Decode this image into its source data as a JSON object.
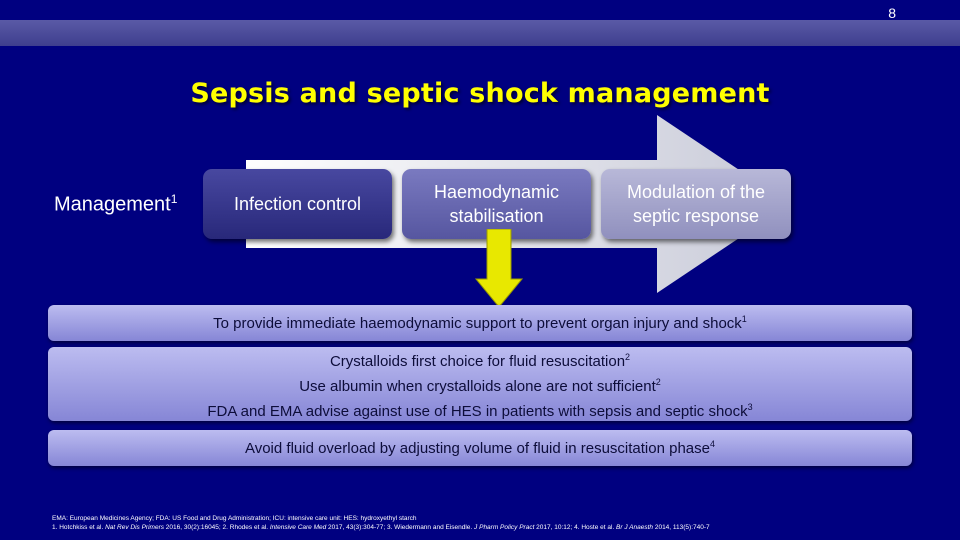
{
  "slide": {
    "page_number": "8",
    "title": "Sepsis and septic shock management"
  },
  "management": {
    "label": "Management",
    "label_sup": "1",
    "steps": [
      {
        "label": "Infection control"
      },
      {
        "label": "Haemodynamic\nstabilisation"
      },
      {
        "label": "Modulation of the\nseptic response"
      }
    ]
  },
  "boxes": {
    "goal": {
      "text": "To provide immediate haemodynamic support to prevent organ injury and shock",
      "sup": "1"
    },
    "points": [
      {
        "text": "Crystalloids first choice for fluid resuscitation",
        "sup": "2"
      },
      {
        "text": "Use albumin when crystalloids alone are not sufficient",
        "sup": "2"
      },
      {
        "text": "FDA and EMA advise against use of HES in patients with sepsis and septic shock",
        "sup": "3"
      }
    ],
    "overload": {
      "text": "Avoid fluid overload by adjusting volume of fluid in resuscitation phase",
      "sup": "4"
    }
  },
  "footnotes": {
    "abbreviations": "EMA: European Medicines Agency; FDA: US Food and Drug Administration; ICU: intensive care unit: HES: hydroxyethyl starch",
    "ref1_author": "1. Hotchkiss et al. ",
    "ref1_journal": "Nat Rev Dis Primers",
    "ref1_detail": " 2016, 30(2):16045; 2. Rhodes et al. ",
    "ref2_journal": "Intensive Care Med",
    "ref2_detail": " 2017, 43(3):304-77; 3. Wiedermann and Eisendle. ",
    "ref3_journal": "J Pharm Policy Pract",
    "ref3_detail": " 2017, 10:12; 4. Hoste et al. ",
    "ref4_journal": "Br J Anaesth",
    "ref4_detail": " 2014, 113(5):740-7"
  },
  "colors": {
    "background": "#000080",
    "title": "#ffff00",
    "down_arrow": "#e8e800"
  }
}
